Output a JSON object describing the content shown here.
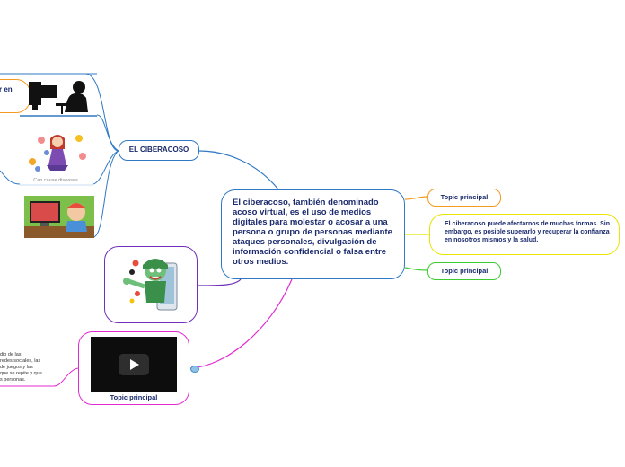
{
  "central_topic": "El ciberacoso, también denominado acoso virtual, es el uso de medios digitales para molestar o acosar a una persona o grupo de personas mediante ataques personales, divulgación de información confidencial o falsa entre otros medios.",
  "subtopics": {
    "ciberacoso": "EL CIBERACOSO",
    "topic_orange": "Topic principal",
    "yellow_note": "El ciberacoso puede afectarnos de muchas formas. Sin embargo, es posible superarlo y recuperar la confianza en nosotros mismos y la salud.",
    "topic_green": "Topic principal",
    "video_topic": "Topic principal"
  },
  "partial_node_text": "r en",
  "image_caption": "Can cause diseases",
  "left_text_lines": [
    "dio de las",
    "redes sociales, las",
    "de juegos y las",
    "que se repite y que",
    "s personas."
  ],
  "colors": {
    "blue": "#2f78c4",
    "orange": "#f39a1f",
    "yellow": "#e9e500",
    "green": "#3dcc2f",
    "purple": "#6f2fb8",
    "magenta": "#e12ad2"
  },
  "icons": [
    "silhouette-computer-image",
    "sad-girl-illustration",
    "computer-cartoon-image",
    "angry-phone-cartoon",
    "play-icon"
  ]
}
